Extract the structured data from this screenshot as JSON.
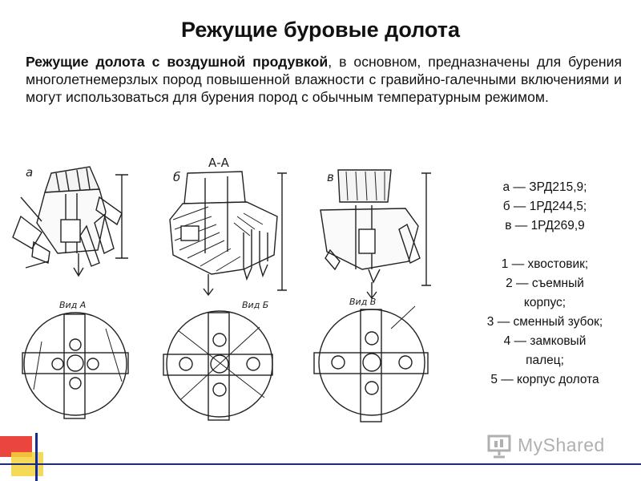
{
  "title": "Режущие буровые долота",
  "intro": {
    "bold_lead": "Режущие долота с воздушной продувкой",
    "rest": ", в основном, предназначены для бурения многолетнемерзлых пород повышенной влажности с гравийно-галечными включениями и могут использоваться для бурения пород с обычным температурным режимом."
  },
  "figure": {
    "panel_labels": [
      "а",
      "б",
      "в"
    ],
    "section_label": "А-А",
    "view_labels": [
      "Вид А",
      "Вид Б",
      "Вид В"
    ]
  },
  "legend": {
    "models": [
      "а — ЗРД215,9;",
      "б — 1РД244,5;",
      "в — 1РД269,9"
    ],
    "parts": [
      {
        "line1": "1 — хвостовик;"
      },
      {
        "line1": "2 — съемный",
        "line2": "корпус;"
      },
      {
        "line1": "3 — сменный зубок;"
      },
      {
        "line1": "4 — замковый",
        "line2": "палец;"
      },
      {
        "line1": "5 — корпус долота"
      }
    ]
  },
  "logo": {
    "text": "MyShared"
  },
  "colors": {
    "accent_red": "#e8261c",
    "accent_yellow": "#f5d43a",
    "accent_blue": "#1b2d7a"
  }
}
